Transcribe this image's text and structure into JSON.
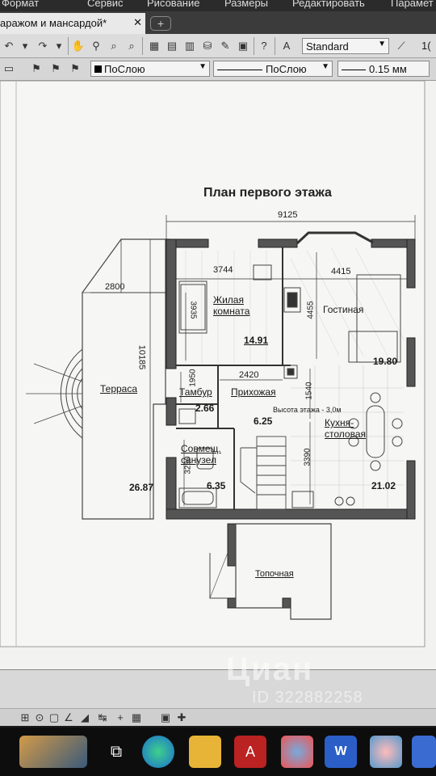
{
  "menu": [
    "Формат",
    "Сервис",
    "Рисование",
    "Размеры",
    "Редактировать",
    "Парамет"
  ],
  "tab": {
    "title": "аражом и мансардой*",
    "close": "✕"
  },
  "toolbar": {
    "text_style": "Standard",
    "text_height": "1(",
    "layer": "ПоСлою",
    "linetype": "ПоСлою",
    "lineweight": "0.15 мм"
  },
  "plan": {
    "title": "План первого этажа",
    "dims": {
      "total_width": "9125",
      "left_room_width": "3744",
      "right_room_width": "4415",
      "terrace_width": "2800",
      "terrace_height": "10185",
      "living_height": "3935",
      "guest_height": "4455",
      "tambur_height": "1950",
      "hall_width": "2420",
      "kitchen_height_a": "1540",
      "kitchen_height_b": "3390",
      "bath_height": "3260"
    },
    "rooms": {
      "living_name": "Жилая\nкомната",
      "living_area": "14.91",
      "guest_name": "Гостиная",
      "guest_area": "19.80",
      "terrace_name": "Терраса",
      "terrace_area": "26.87",
      "tambur_name": "Тамбур",
      "tambur_area": "2.66",
      "hall_name": "Прихожая",
      "hall_area": "6.25",
      "kitchen_name": "Кухня-\nстоловая",
      "kitchen_area": "21.02",
      "bath_name": "Совмещ.\nсанузел",
      "bath_area": "6.35",
      "furnace_name": "Топочная"
    },
    "note": "Высота этажа - 3,0м"
  },
  "watermark": {
    "brand": "Циан",
    "id": "ID 322882258"
  }
}
